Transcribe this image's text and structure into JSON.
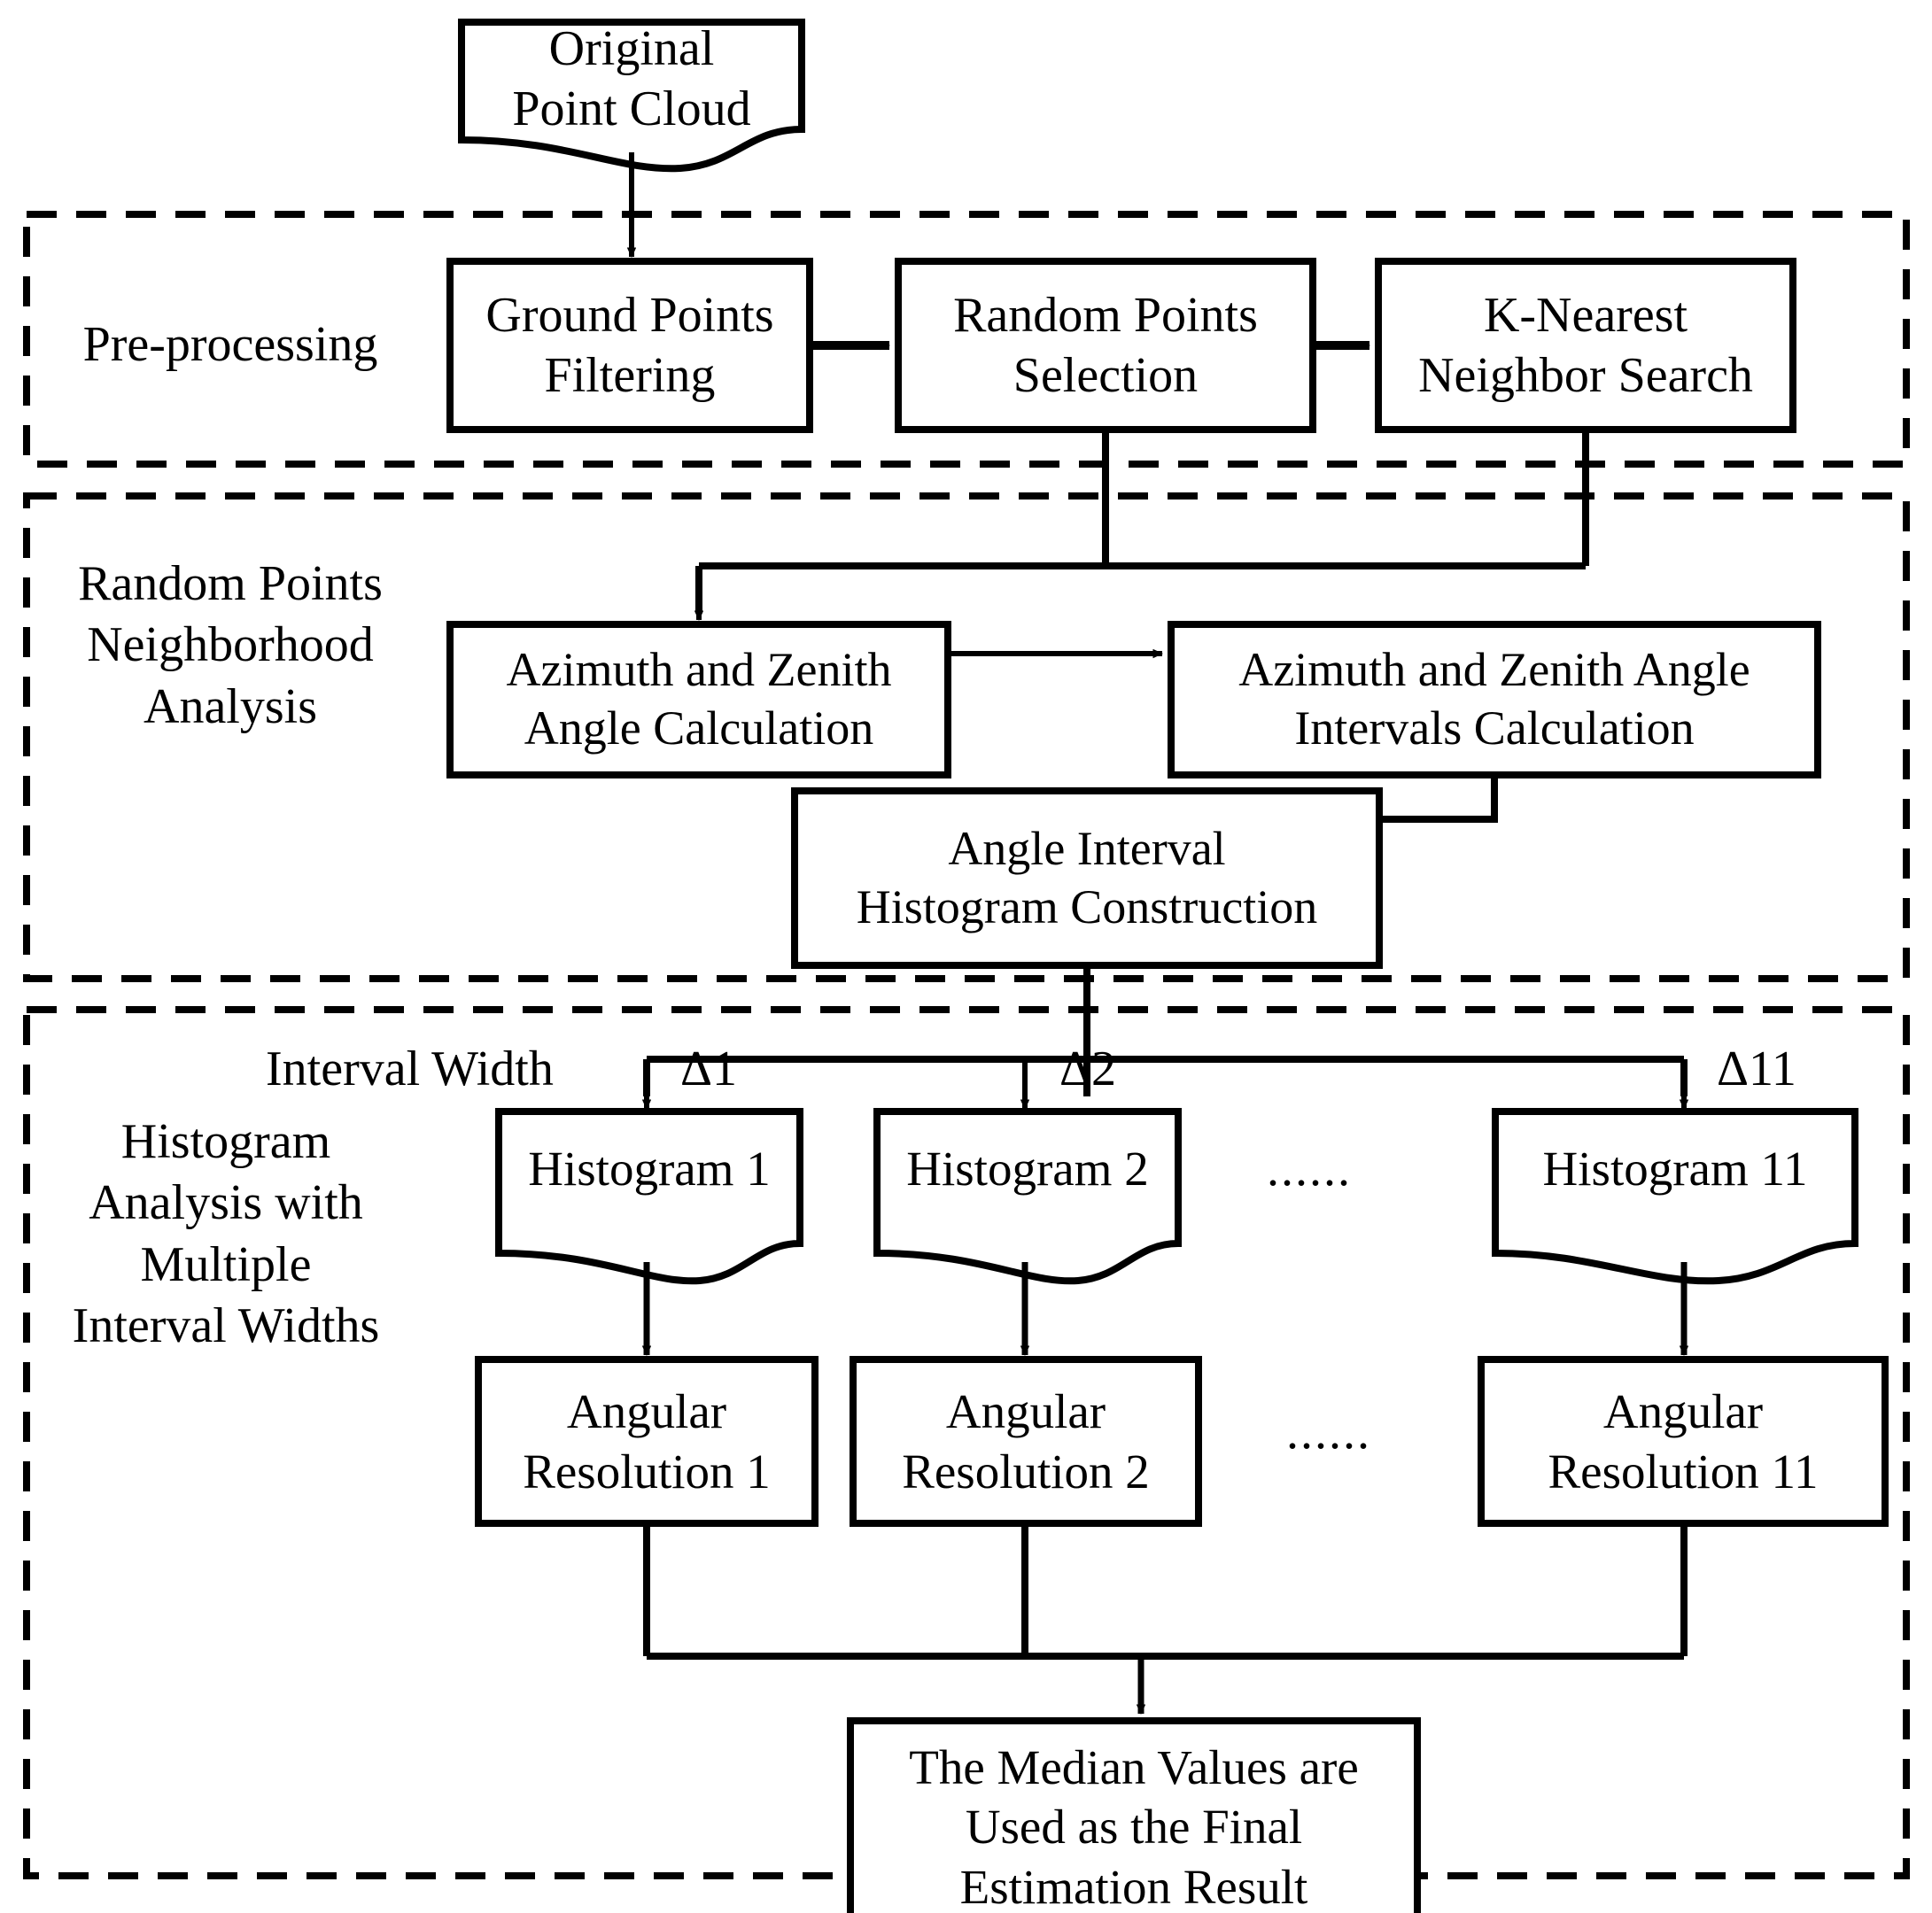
{
  "diagram": {
    "title": "Angular Resolution Estimation Workflow",
    "colors": {
      "stroke": "#000000",
      "fill": "#ffffff",
      "background": "#ffffff"
    }
  },
  "start_node": {
    "shape": "document",
    "label": "Original\nPoint Cloud"
  },
  "sections": [
    {
      "id": "pre-processing",
      "label": "Pre-processing",
      "nodes": [
        {
          "id": "ground-points-filtering",
          "shape": "rect",
          "label": "Ground Points\nFiltering"
        },
        {
          "id": "random-points-selection",
          "shape": "rect",
          "label": "Random Points\nSelection"
        },
        {
          "id": "k-nearest-neighbor-search",
          "shape": "rect",
          "label": "K-Nearest\nNeighbor Search"
        }
      ]
    },
    {
      "id": "random-points-neighborhood-analysis",
      "label": "Random Points\nNeighborhood\nAnalysis",
      "nodes": [
        {
          "id": "azimuth-zenith-angle-calculation",
          "shape": "rect",
          "label": "Azimuth and Zenith\nAngle Calculation"
        },
        {
          "id": "azimuth-zenith-angle-intervals-calculation",
          "shape": "rect",
          "label": "Azimuth and Zenith Angle\nIntervals Calculation"
        },
        {
          "id": "angle-interval-histogram-construction",
          "shape": "rect",
          "label": "Angle Interval\nHistogram Construction"
        }
      ]
    },
    {
      "id": "histogram-analysis-multiple-interval-widths",
      "label": "Histogram\nAnalysis with\nMultiple\nInterval Widths",
      "interval_width_label": "Interval Width",
      "branch_labels": [
        "Δ1",
        "Δ2",
        "Δ11"
      ],
      "histograms": [
        {
          "id": "histogram-1",
          "shape": "document",
          "label": "Histogram 1"
        },
        {
          "id": "histogram-2",
          "shape": "document",
          "label": "Histogram 2"
        },
        {
          "id": "histogram-11",
          "shape": "document",
          "label": "Histogram 11"
        }
      ],
      "resolutions": [
        {
          "id": "angular-resolution-1",
          "shape": "rect",
          "label": "Angular\nResolution 1"
        },
        {
          "id": "angular-resolution-2",
          "shape": "rect",
          "label": "Angular\nResolution  2"
        },
        {
          "id": "angular-resolution-11",
          "shape": "rect",
          "label": "Angular\nResolution 11"
        }
      ],
      "ellipsis_top": "......",
      "ellipsis_bottom": "......",
      "final_node": {
        "id": "median-values-final-result",
        "shape": "rect",
        "label": "The Median Values are\nUsed as the Final\nEstimation Result"
      }
    }
  ]
}
